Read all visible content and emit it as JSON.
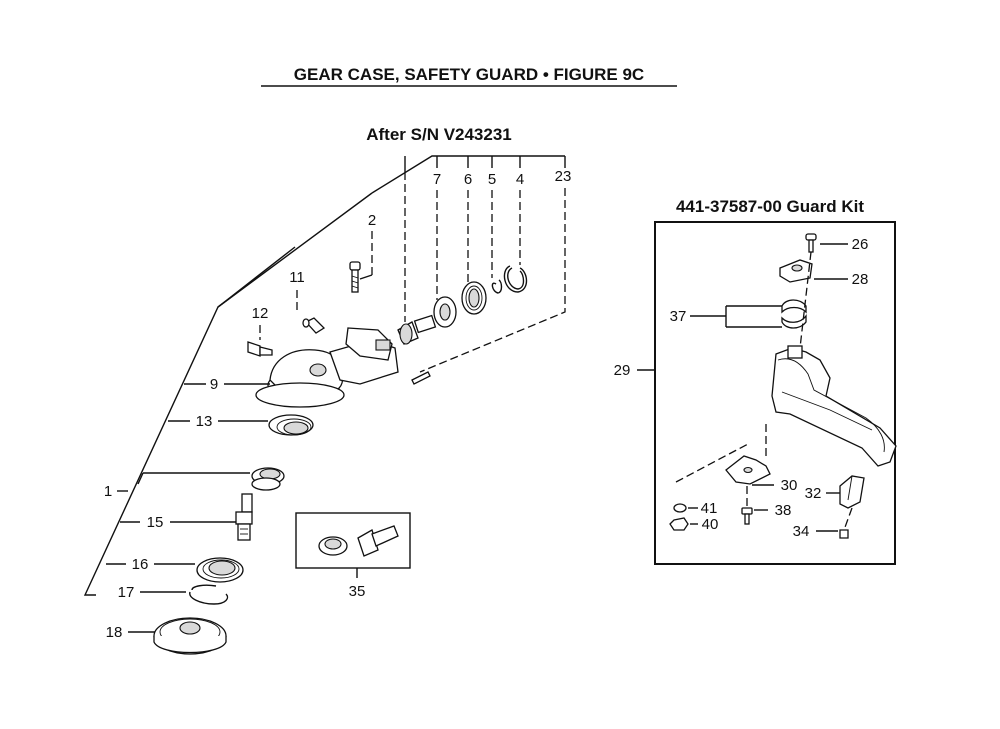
{
  "title": "GEAR CASE, SAFETY GUARD •  FIGURE 9C",
  "serial_note": "After S/N V243231",
  "guard_kit_title": "441-37587-00 Guard Kit",
  "callouts": {
    "p1": "1",
    "p2": "2",
    "p4": "4",
    "p5": "5",
    "p6": "6",
    "p7": "7",
    "p9": "9",
    "p11": "11",
    "p12": "12",
    "p13": "13",
    "p15": "15",
    "p16": "16",
    "p17": "17",
    "p18": "18",
    "p23": "23",
    "p26": "26",
    "p28": "28",
    "p29": "29",
    "p30": "30",
    "p32": "32",
    "p34": "34",
    "p35": "35",
    "p37": "37",
    "p38": "38",
    "p40": "40",
    "p41": "41"
  }
}
